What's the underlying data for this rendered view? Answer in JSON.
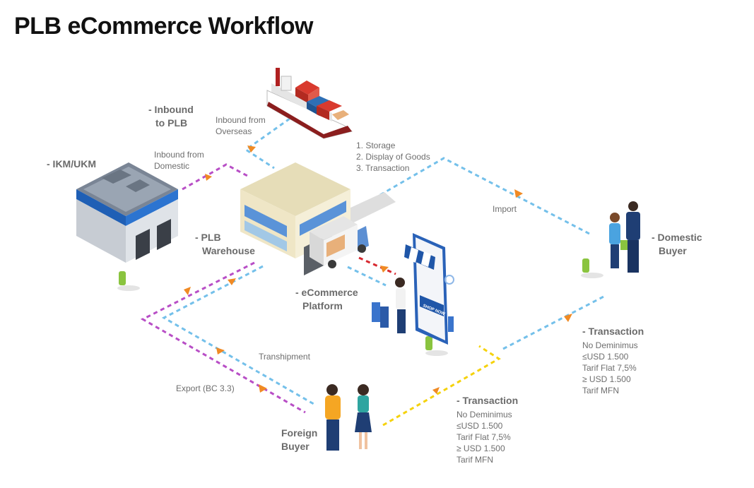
{
  "title": "PLB eCommerce Workflow",
  "nodes": {
    "ikm": "- IKM/UKM",
    "inbound_plb": [
      "- Inbound",
      "to PLB"
    ],
    "warehouse": [
      "- PLB",
      "Warehouse"
    ],
    "platform": [
      "- eCommerce",
      "Platform"
    ],
    "domestic_buyer": [
      "- Domestic",
      "Buyer"
    ],
    "foreign_buyer": [
      "Foreign",
      "Buyer"
    ]
  },
  "flows": {
    "inbound_overseas": [
      "Inbound from",
      "Overseas"
    ],
    "inbound_domestic": [
      "Inbound from",
      "Domestic"
    ],
    "functions": [
      "1. Storage",
      "2. Display of Goods",
      "3. Transaction"
    ],
    "import": "Import",
    "transhipment": "Transhipment",
    "export": "Export (BC 3.3)"
  },
  "phone_button": "SHOP NOW",
  "transaction_right": {
    "heading": "- Transaction",
    "lines": [
      "No Deminimus",
      "≤USD 1.500",
      "Tarif Flat 7,5%",
      "≥ USD 1.500",
      "Tarif MFN"
    ]
  },
  "transaction_bottom": {
    "heading": "- Transaction",
    "lines": [
      "No Deminimus",
      "≤USD 1.500",
      "Tarif Flat 7,5%",
      "≥ USD 1.500",
      "Tarif MFN"
    ]
  },
  "colors": {
    "blue_flow": "#74c0ea",
    "purple_flow": "#b84ec6",
    "yellow_flow": "#f5d20c",
    "red_flow": "#d7282f",
    "arrow": "#f08a24"
  }
}
